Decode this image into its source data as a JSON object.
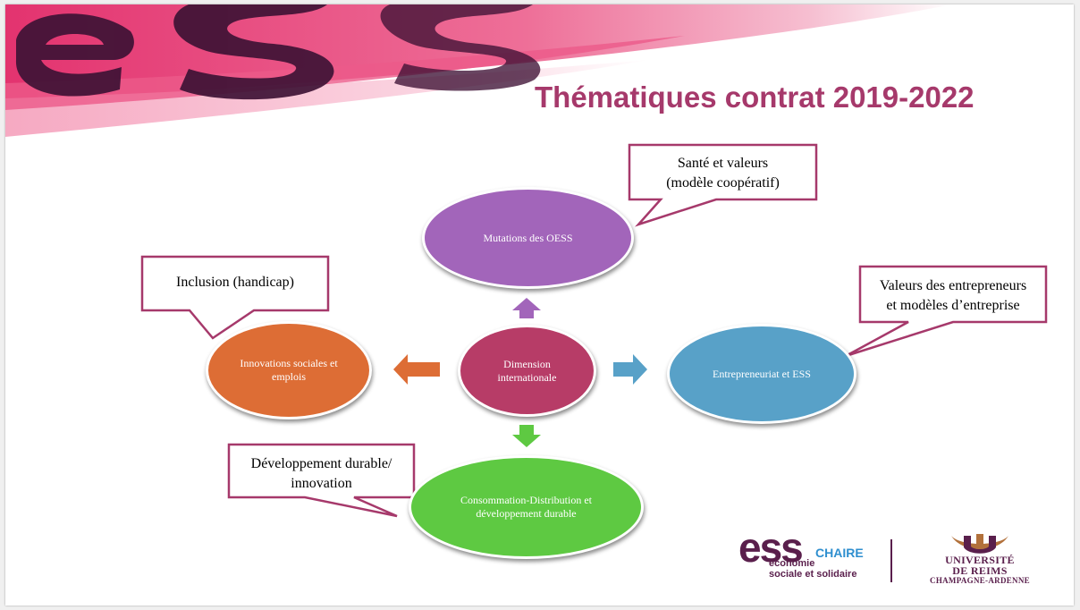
{
  "title": "Thématiques contrat 2019-2022",
  "banner": {
    "watermark": "ess"
  },
  "nodes": {
    "center": {
      "line1": "Dimension",
      "line2": "internationale",
      "color": "#b73c67"
    },
    "top": {
      "line1": "Mutations des OESS",
      "color": "#a265ba"
    },
    "left": {
      "line1": "Innovations sociales et",
      "line2": "emplois",
      "color": "#dd6d35"
    },
    "right": {
      "line1": "Entrepreneuriat et ESS",
      "color": "#58a1c8"
    },
    "bottom": {
      "line1": "Consommation-Distribution et",
      "line2": "développement durable",
      "color": "#5ec942"
    }
  },
  "callouts": {
    "sante": {
      "line1": "Santé et valeurs",
      "line2": "(modèle coopératif)"
    },
    "inclusion": {
      "line1": "Inclusion (handicap)"
    },
    "valeurs": {
      "line1": "Valeurs des entrepreneurs",
      "line2": "et modèles d’entreprise"
    },
    "developpement": {
      "line1": "Développement durable/",
      "line2": "innovation"
    }
  },
  "logos": {
    "ess": {
      "word": "ess",
      "chaire": "CHAIRE",
      "line1": "économie",
      "line2": "sociale et solidaire"
    },
    "universite": {
      "line1": "UNIVERSITÉ",
      "line2": "DE REIMS",
      "line3": "CHAMPAGNE-ARDENNE"
    }
  },
  "colors": {
    "title": "#a6396b",
    "callout_border": "#a6396b",
    "banner_pink": "#e3336f",
    "banner_dark": "#3e1235"
  }
}
